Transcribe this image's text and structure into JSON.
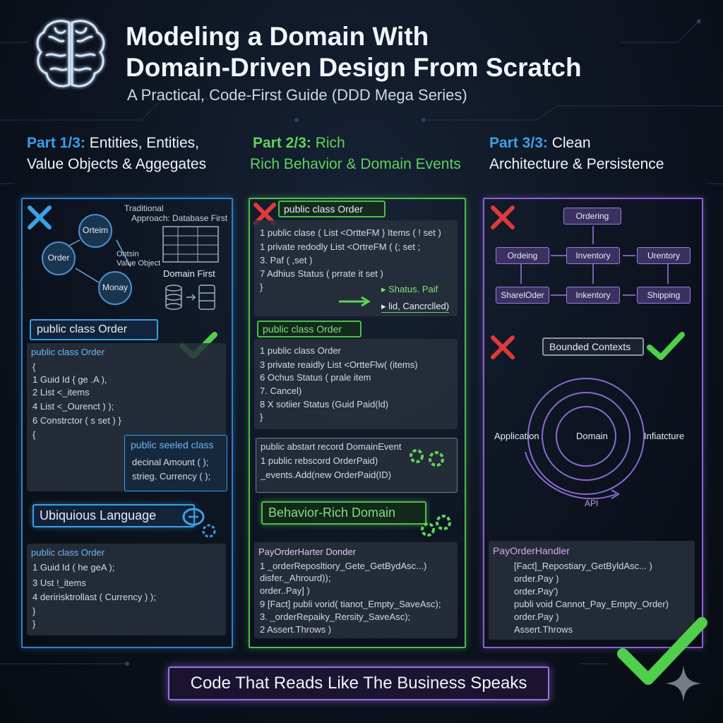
{
  "header": {
    "title_line1": "Modeling a Domain With",
    "title_line2": "Domain-Driven Design From Scratch",
    "subtitle": "A Practical, Code-First Guide (DDD Mega Series)"
  },
  "part1": {
    "num": "Part 1/3:",
    "line1": "Entities, Entities,",
    "line2": "Value Objects & Aggegates",
    "diagram": {
      "traditional": "Traditional",
      "approach": "Approach: Database First",
      "node_a": "Orteim",
      "node_b": "Order",
      "node_c": "Monay",
      "vo_line1": "Ontsin",
      "vo_line2": "Value Object",
      "domain_first": "Domain First"
    },
    "class_label": "public class Order",
    "code1": {
      "header": "public class Order",
      "lines": [
        "{",
        "1   Guid Id { ge .A ),",
        "2   List <_items",
        "4   List <_Ourenct ) );",
        "6   Constrctor ( s set ) }",
        "{"
      ]
    },
    "sealed": {
      "header": "public seeled class",
      "lines": [
        "decinal Amount ( );",
        "strieg. Currency ( );"
      ]
    },
    "ubiquitous": "Ubiquious Language",
    "code2": {
      "header": "public class Order",
      "lines": [
        "1   Guid Id ( he geA );",
        "3   Ust !_items",
        "4   deririsktrollast ( Currency ) );",
        "}",
        "}"
      ]
    }
  },
  "part2": {
    "num": "Part 2/3:",
    "line1": "Rich",
    "line2": "Rich Behavior & Domain Events",
    "class_label": "public class Order",
    "code1": {
      "lines": [
        "1   public clasе ( List <OrtteFM } Items ( ! set )",
        "1   private redodly List <OrtreFM ( (; set ;",
        "3.  Paf ( ,set )",
        "7   Adhius Status ( prrate it set )",
        "}"
      ]
    },
    "event1": "▸ Shatus. Paif",
    "event2": "▸ lid, Cancrclled)",
    "class_label2": "public class Order",
    "code2": {
      "lines": [
        "1   public class Order",
        "3   private reaidly List <OrtteFlw( (items)",
        "6   Ochus Status ( prale item",
        "7.  Cancel)",
        "8   X sotiier Status (Guid Paid(ld)",
        "}"
      ]
    },
    "code3": {
      "lines": [
        "public abstart record DomainEvent",
        "1   public rebscord OrderPaid)",
        "      _events.Add(new OrderPaid(ID)"
      ]
    },
    "behavior_label": "Behavior-Rich Domain",
    "code4": {
      "header": "PayOrderHarter Donder",
      "lines": [
        "1       _orderReposltiory_Gete_GetBydAsc...)",
        "         disfer._Ahrourd));",
        "         order..Pay] )",
        "9   [Fact] publi vorid( tianot_Empty_SaveAsc);",
        "3.     _orderRepaiky_Rersity_SaveAsc);",
        "2     Assert.Throws )"
      ]
    }
  },
  "part3": {
    "num": "Part 3/3:",
    "line1": "Clean",
    "line2": "Architecture & Persistence",
    "nodes": [
      "Ordering",
      "Ordeing",
      "Inventory",
      "Urentory",
      "SharelOder",
      "Inkentory",
      "Shipping"
    ],
    "bounded": "Bounded Contexts",
    "layers": {
      "application": "Application",
      "domain": "Domain",
      "infra": "Infiatcture",
      "api": "API"
    },
    "code": {
      "header": "PayOrderHandler",
      "lines": [
        "[Fact]_Repostiary_GetByldAsc... )",
        "order.Pay )",
        "order.Pay')",
        "publi void Cannot_Pay_Empty_Order)",
        "order.Pay )",
        "Assert.Throws"
      ]
    }
  },
  "footer": {
    "tagline": "Code That Reads Like The Business Speaks"
  },
  "colors": {
    "blue": "#3aa0e8",
    "green": "#5fd35a",
    "purple": "#9d6ee8",
    "red": "#e03a3a",
    "check": "#4fcf4a"
  }
}
